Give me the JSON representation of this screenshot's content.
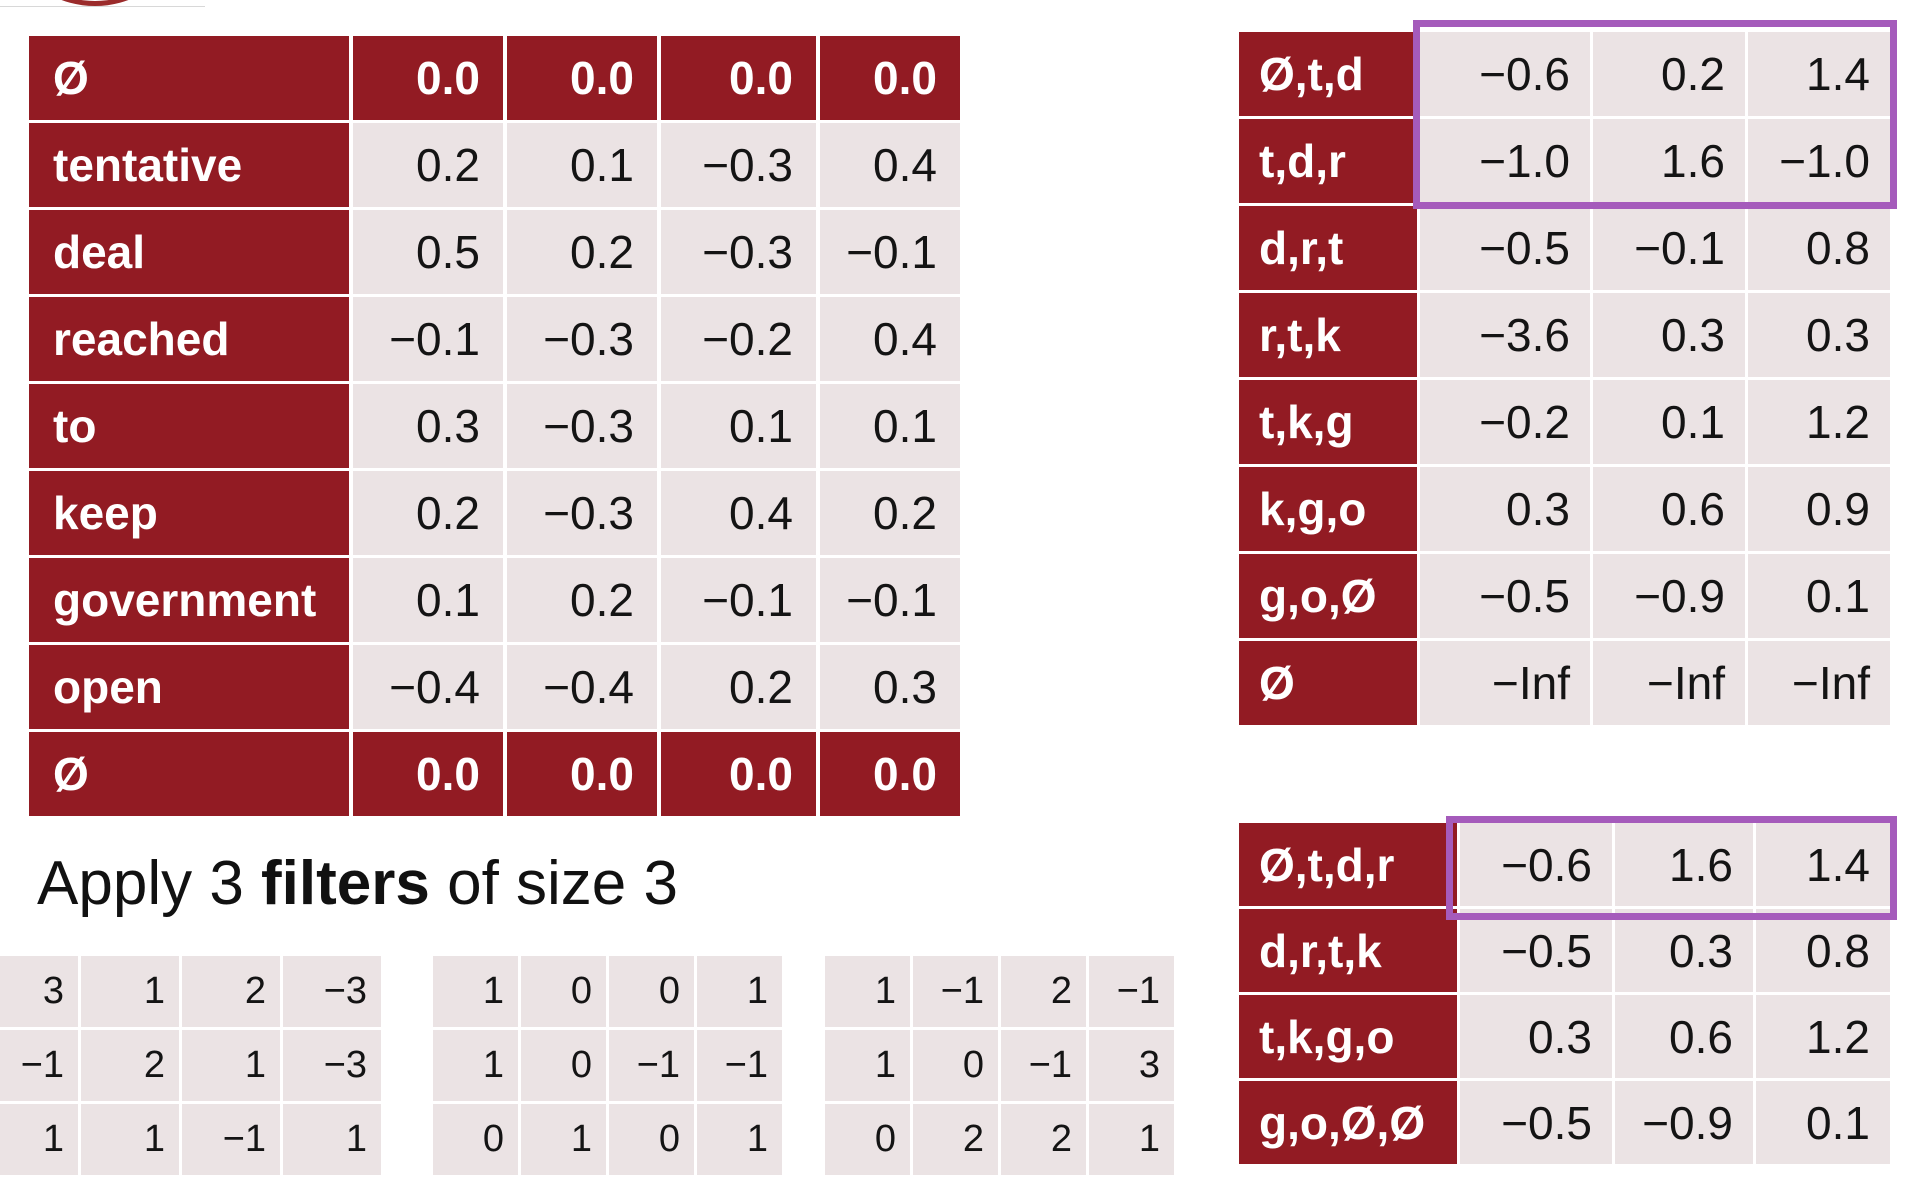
{
  "embeddings": {
    "rows": [
      {
        "word": "Ø",
        "values": [
          "0.0",
          "0.0",
          "0.0",
          "0.0"
        ],
        "padding": true
      },
      {
        "word": "tentative",
        "values": [
          "0.2",
          "0.1",
          "−0.3",
          "0.4"
        ]
      },
      {
        "word": "deal",
        "values": [
          "0.5",
          "0.2",
          "−0.3",
          "−0.1"
        ]
      },
      {
        "word": "reached",
        "values": [
          "−0.1",
          "−0.3",
          "−0.2",
          "0.4"
        ]
      },
      {
        "word": "to",
        "values": [
          "0.3",
          "−0.3",
          "0.1",
          "0.1"
        ]
      },
      {
        "word": "keep",
        "values": [
          "0.2",
          "−0.3",
          "0.4",
          "0.2"
        ]
      },
      {
        "word": "government",
        "values": [
          "0.1",
          "0.2",
          "−0.1",
          "−0.1"
        ]
      },
      {
        "word": "open",
        "values": [
          "−0.4",
          "−0.4",
          "0.2",
          "0.3"
        ]
      },
      {
        "word": "Ø",
        "values": [
          "0.0",
          "0.0",
          "0.0",
          "0.0"
        ],
        "padding": true
      }
    ]
  },
  "caption": {
    "before": "Apply 3 ",
    "bold": "filters",
    "after": " of size 3"
  },
  "filters": [
    {
      "rows": [
        [
          "3",
          "1",
          "2",
          "−3"
        ],
        [
          "−1",
          "2",
          "1",
          "−3"
        ],
        [
          "1",
          "1",
          "−1",
          "1"
        ]
      ]
    },
    {
      "rows": [
        [
          "1",
          "0",
          "0",
          "1"
        ],
        [
          "1",
          "0",
          "−1",
          "−1"
        ],
        [
          "0",
          "1",
          "0",
          "1"
        ]
      ]
    },
    {
      "rows": [
        [
          "1",
          "−1",
          "2",
          "−1"
        ],
        [
          "1",
          "0",
          "−1",
          "3"
        ],
        [
          "0",
          "2",
          "2",
          "1"
        ]
      ]
    }
  ],
  "conv_size3": {
    "rows": [
      {
        "label": "Ø,t,d",
        "values": [
          "−0.6",
          "0.2",
          "1.4"
        ]
      },
      {
        "label": "t,d,r",
        "values": [
          "−1.0",
          "1.6",
          "−1.0"
        ]
      },
      {
        "label": "d,r,t",
        "values": [
          "−0.5",
          "−0.1",
          "0.8"
        ]
      },
      {
        "label": "r,t,k",
        "values": [
          "−3.6",
          "0.3",
          "0.3"
        ]
      },
      {
        "label": "t,k,g",
        "values": [
          "−0.2",
          "0.1",
          "1.2"
        ]
      },
      {
        "label": "k,g,o",
        "values": [
          "0.3",
          "0.6",
          "0.9"
        ]
      },
      {
        "label": "g,o,Ø",
        "values": [
          "−0.5",
          "−0.9",
          "0.1"
        ]
      },
      {
        "label": "Ø",
        "values": [
          "−Inf",
          "−Inf",
          "−Inf"
        ]
      }
    ]
  },
  "conv_size4": {
    "rows": [
      {
        "label": "Ø,t,d,r",
        "values": [
          "−0.6",
          "1.6",
          "1.4"
        ]
      },
      {
        "label": "d,r,t,k",
        "values": [
          "−0.5",
          "0.3",
          "0.8"
        ]
      },
      {
        "label": "t,k,g,o",
        "values": [
          "0.3",
          "0.6",
          "1.2"
        ]
      },
      {
        "label": "g,o,Ø,Ø",
        "values": [
          "−0.5",
          "−0.9",
          "0.1"
        ]
      }
    ]
  },
  "colors": {
    "header_red": "#921b23",
    "cell_gray": "#ebe3e4",
    "highlight_purple": "#a55bbb"
  }
}
